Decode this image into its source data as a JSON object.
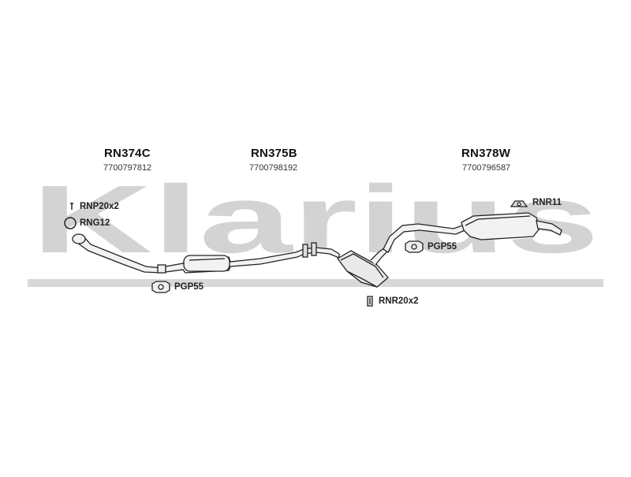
{
  "watermark": {
    "text": "Klarius",
    "color": "#d3d3d3"
  },
  "parts": [
    {
      "code": "RN374C",
      "number": "7700797812"
    },
    {
      "code": "RN375B",
      "number": "7700798192"
    },
    {
      "code": "RN378W",
      "number": "7700796587"
    }
  ],
  "fittings": [
    {
      "label": "RNP20x2",
      "icon": "hook-icon"
    },
    {
      "label": "RNG12",
      "icon": "gasket-ring-icon"
    },
    {
      "label": "PGP55",
      "icon": "pipe-clamp-icon"
    },
    {
      "label": "PGP55",
      "icon": "pipe-clamp-icon"
    },
    {
      "label": "RNR20x2",
      "icon": "rubber-hanger-icon"
    },
    {
      "label": "RNR11",
      "icon": "mounting-rubber-icon"
    }
  ],
  "colors": {
    "pipe": "#f2f2f2",
    "outline": "#222222"
  }
}
